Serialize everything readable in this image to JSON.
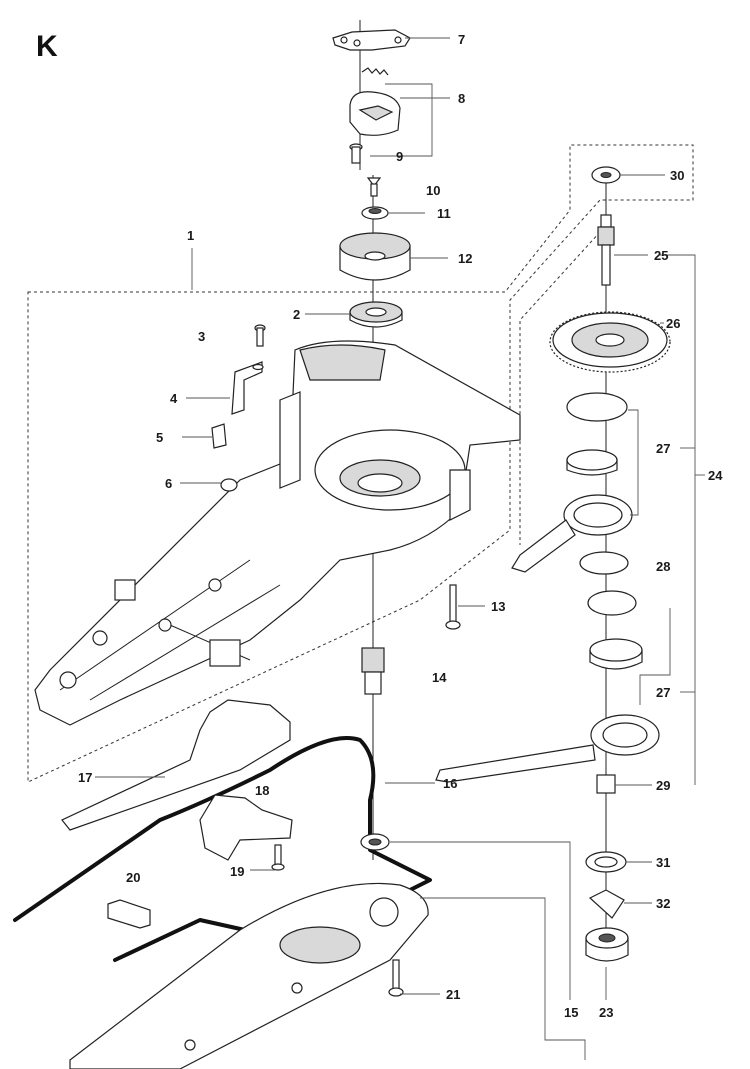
{
  "section_letter": "K",
  "callouts": {
    "c1": "1",
    "c2": "2",
    "c3": "3",
    "c4": "4",
    "c5": "5",
    "c6": "6",
    "c7": "7",
    "c8": "8",
    "c9": "9",
    "c10": "10",
    "c11": "11",
    "c12": "12",
    "c13": "13",
    "c14": "14",
    "c15": "15",
    "c16": "16",
    "c17": "17",
    "c18": "18",
    "c19": "19",
    "c20": "20",
    "c21": "21",
    "c23": "23",
    "c24": "24",
    "c25": "25",
    "c26": "26",
    "c27a": "27",
    "c27b": "27",
    "c28": "28",
    "c29": "29",
    "c30": "30",
    "c31": "31",
    "c32": "32"
  }
}
